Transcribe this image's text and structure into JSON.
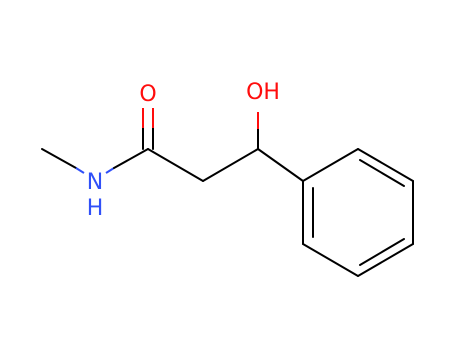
{
  "molecule": {
    "atoms": [
      {
        "id": "O1",
        "symbol": "O",
        "color": "#ff0d0d"
      },
      {
        "id": "O2",
        "symbol": "OH",
        "color": "#ff0d0d"
      },
      {
        "id": "N1",
        "symbol": "N",
        "color": "#3050f8"
      },
      {
        "id": "H1",
        "symbol": "H",
        "color": "#3050f8"
      }
    ],
    "colors": {
      "carbon_bond": "#000000",
      "oxygen": "#ff0d0d",
      "nitrogen": "#3050f8",
      "background": "#ffffff"
    }
  }
}
